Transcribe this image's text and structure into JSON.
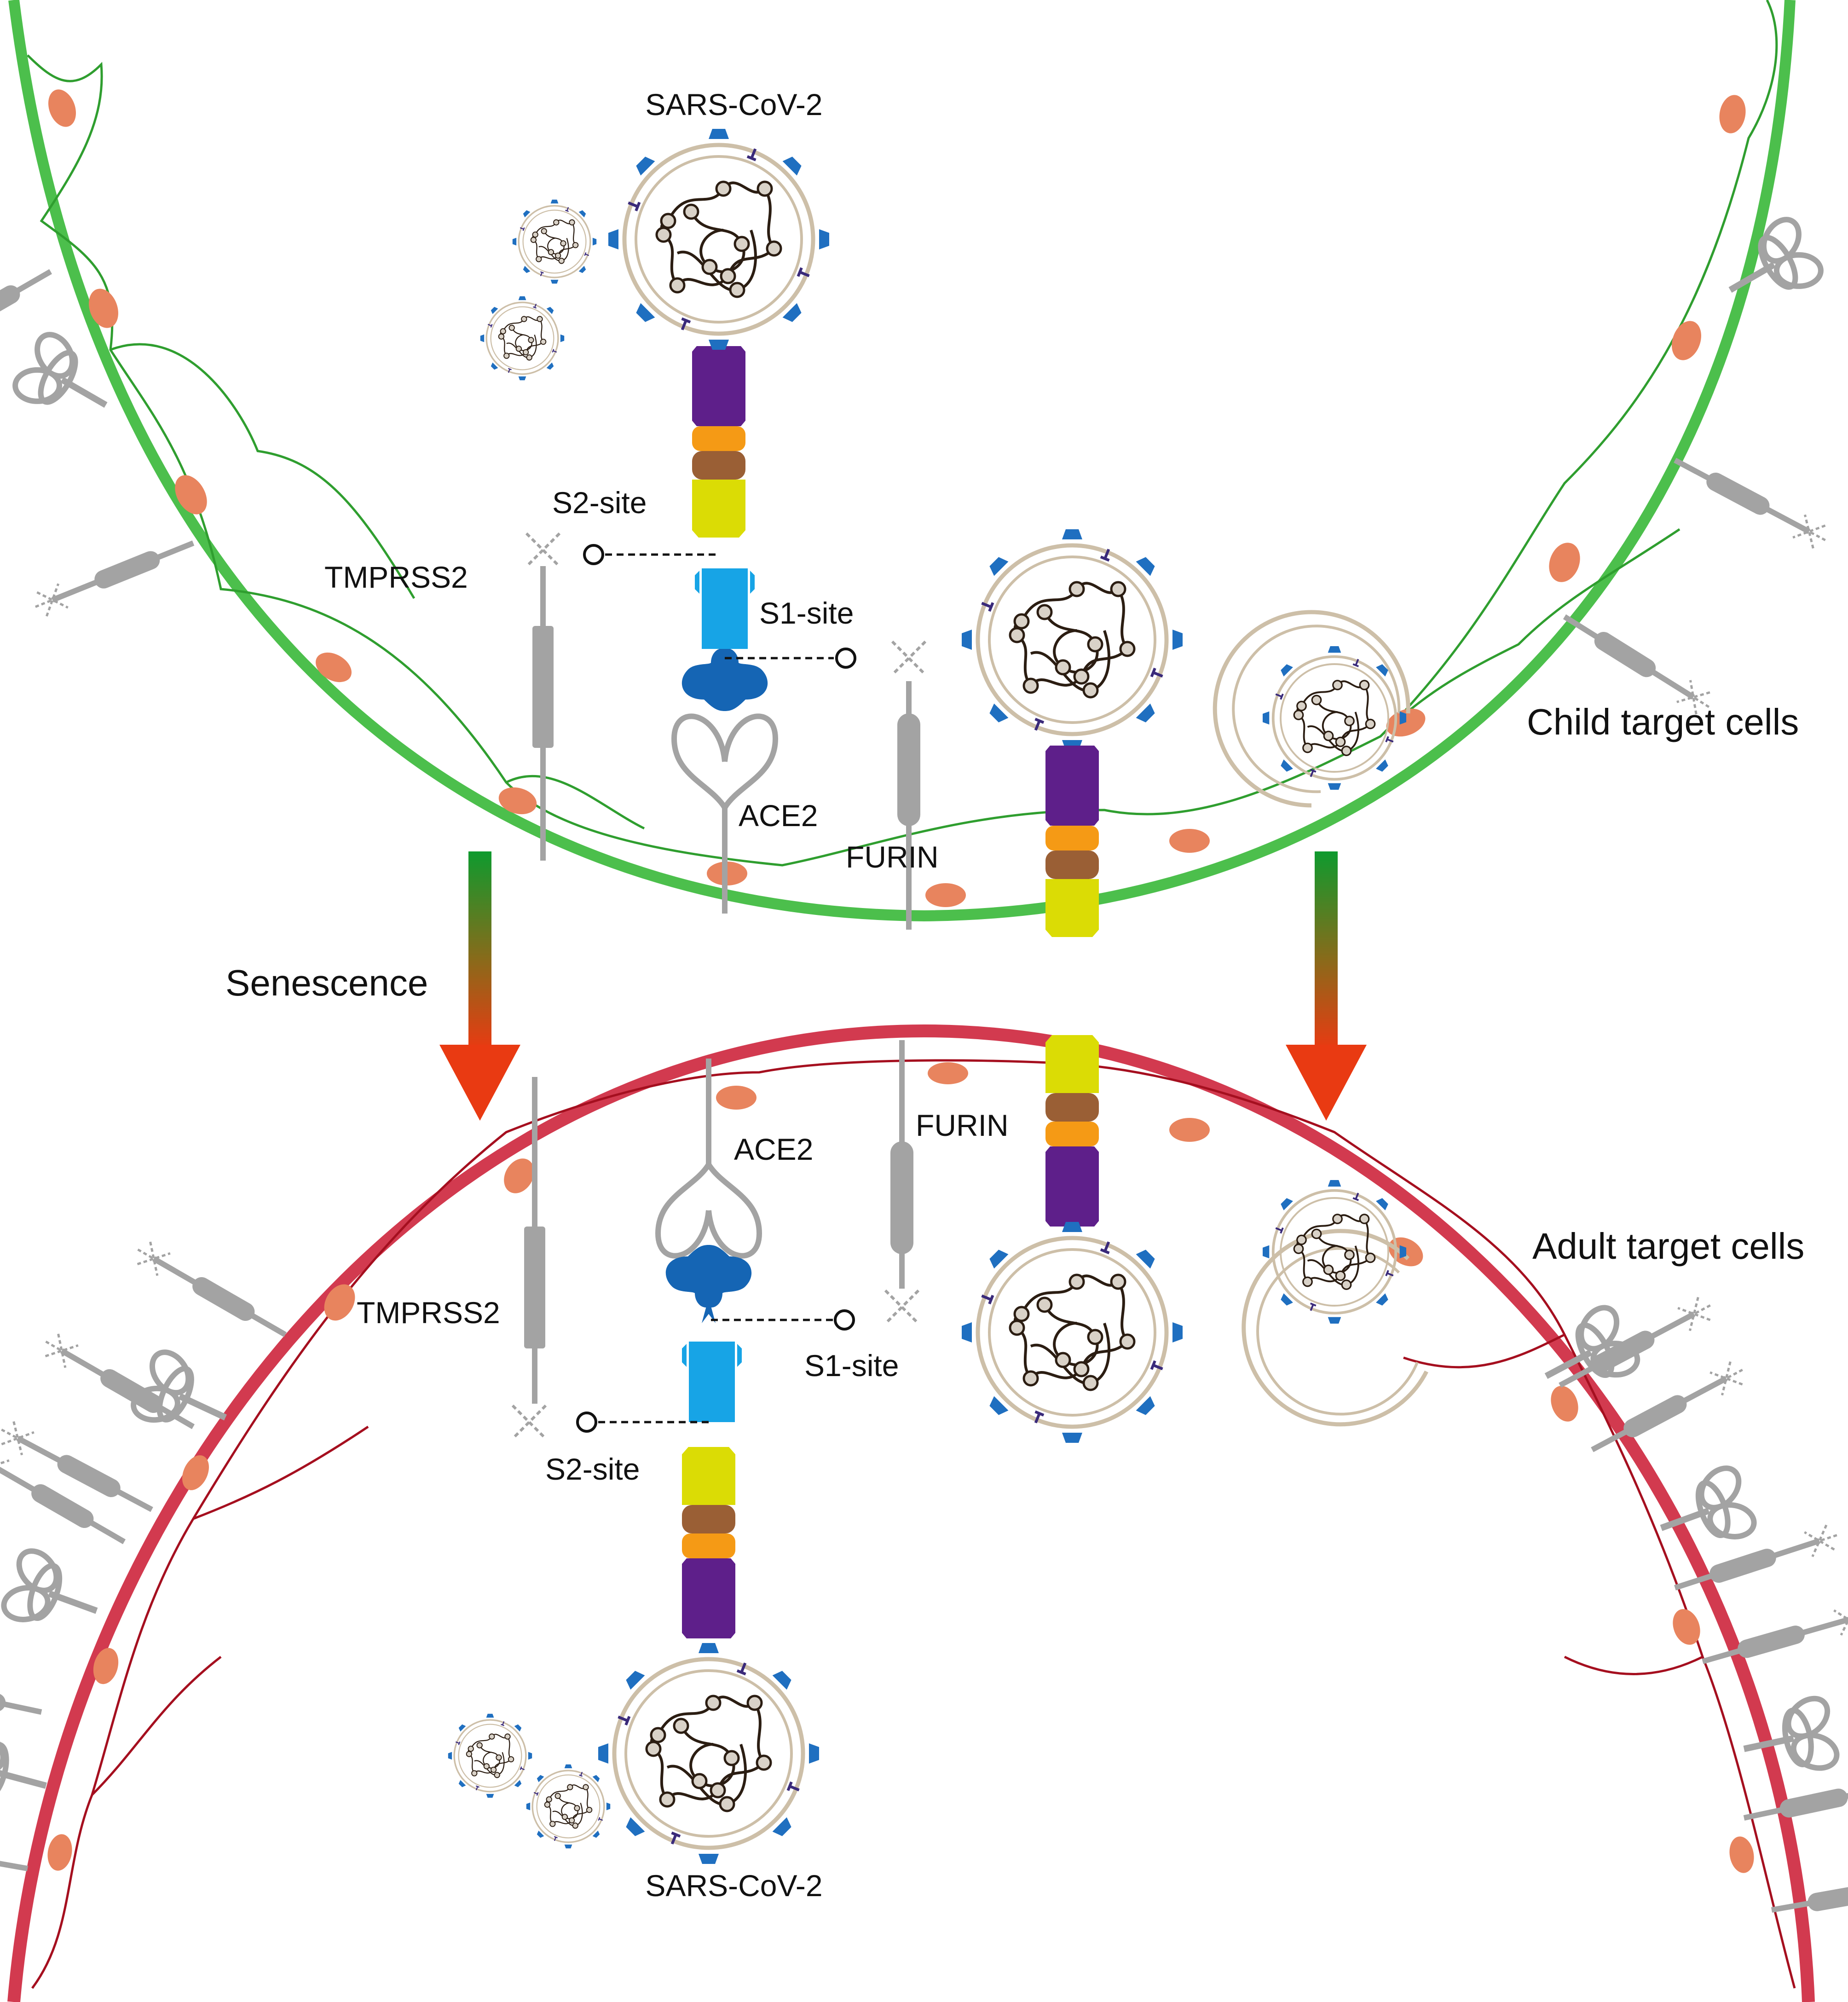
{
  "labels": {
    "virus_top": "SARS-CoV-2",
    "virus_bottom": "SARS-CoV-2",
    "s2_site": "S2-site",
    "s1_site": "S1-site",
    "tmprss2": "TMPRSS2",
    "ace2": "ACE2",
    "furin": "FURIN",
    "senescence": "Senescence",
    "child_cells": "Child target cells",
    "adult_cells": "Adult target cells"
  },
  "colors": {
    "child_membrane": "#4cbf4c",
    "adult_membrane": "#d23a4f",
    "nucleus": "#e8845e",
    "receptor_gray": "#a3a3a3",
    "ace2_head": "#1565b4",
    "s1_subunit": "#17a4e6",
    "spike_purple": "#5e1f8a",
    "spike_orange": "#f59a15",
    "spike_brown": "#9a5f35",
    "spike_yellow": "#dbdc05",
    "virus_envelope": "#cdbfa8",
    "rna": "#2b1d12",
    "spike_blue": "#1f6fc0",
    "arrow_top": "#0e9a2e",
    "arrow_bottom": "#e93a12"
  },
  "icons": {
    "virus": "virion-icon",
    "ace2": "ace2-receptor-icon",
    "tmprss2": "tmprss2-protease-icon",
    "furin": "furin-protease-icon",
    "cleavage_site": "cleavage-site-icon",
    "arrow": "down-arrow-icon"
  }
}
